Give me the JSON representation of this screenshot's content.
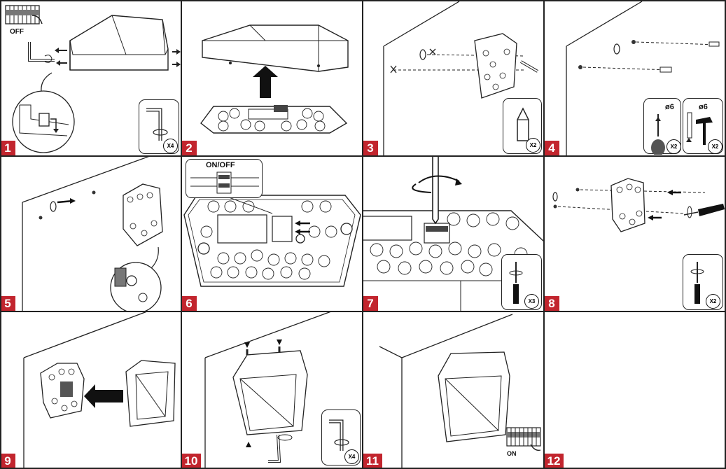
{
  "steps": [
    "1",
    "2",
    "3",
    "4",
    "5",
    "6",
    "7",
    "8",
    "9",
    "10",
    "11",
    "12"
  ],
  "labels": {
    "off": "OFF",
    "on": "ON",
    "on_off": "ON/OFF",
    "diameter_a": "ø6",
    "diameter_b": "ø6"
  },
  "badges": {
    "s1_allen_key": "X4",
    "s3_pencil": "X2",
    "s4_drill": "X2",
    "s4_hammer": "X2",
    "s7_screwdriver": "X3",
    "s8_screwdriver": "X2",
    "s10_allen_key": "X4"
  },
  "colors": {
    "step_badge": "#c2252e",
    "line": "#222222"
  }
}
